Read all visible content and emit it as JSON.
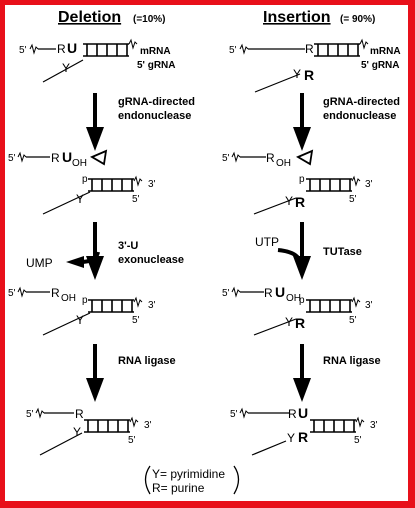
{
  "headers": {
    "deletion_title": "Deletion",
    "deletion_pct": "(=10%)",
    "insertion_title": "Insertion",
    "insertion_pct": "(= 90%)"
  },
  "labels": {
    "five_prime": "5'",
    "three_prime": "3'",
    "p": "p",
    "mrna": "mRNA",
    "grna": "5' gRNA",
    "R": "R",
    "U": "U",
    "Y": "Y",
    "OH": "OH"
  },
  "steps": {
    "endonuclease_line1": "gRNA-directed",
    "endonuclease_line2": "endonuclease",
    "exonuclease_line1": "3'-U",
    "exonuclease_line2": "exonuclease",
    "ump": "UMP",
    "utp": "UTP",
    "tutase": "TUTase",
    "ligase": "RNA ligase"
  },
  "legend": {
    "line1": "Y= pyrimidine",
    "line2": "R= purine"
  },
  "colors": {
    "frame": "#e8101a",
    "ink": "#000000"
  }
}
